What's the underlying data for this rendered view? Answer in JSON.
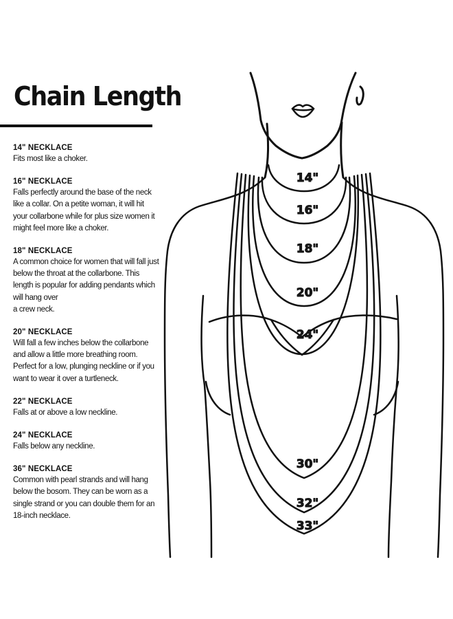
{
  "title": "Chain Length",
  "entries": [
    {
      "heading": "14\" NECKLACE",
      "text": "Fits most like a choker."
    },
    {
      "heading": "16\" NECKLACE",
      "text": "Falls perfectly around the base of the neck\nlike a collar. On a petite woman, it will hit\nyour collarbone while for plus size women it\nmight feel more like a choker."
    },
    {
      "heading": "18\" NECKLACE",
      "text": "A common choice for women that will fall just\nbelow the throat at the collarbone. This\nlength is popular for adding pendants which\nwill hang over\na crew neck."
    },
    {
      "heading": "20\" NECKLACE",
      "text": "Will fall a few inches below the collarbone\nand allow a little more breathing room.\nPerfect for a low, plunging neckline or if you\nwant to wear it over a turtleneck."
    },
    {
      "heading": "22\" NECKLACE",
      "text": "Falls at or above a low neckline."
    },
    {
      "heading": "24\" NECKLACE",
      "text": "Falls below any neckline."
    },
    {
      "heading": "36\" NECKLACE",
      "text": "Common with pearl strands and will hang\nbelow the bosom. They can be worn as a\nsingle strand or you can double them for an\n18-inch necklace."
    }
  ],
  "lengths": [
    {
      "label": "14\""
    },
    {
      "label": "16\""
    },
    {
      "label": "18\""
    },
    {
      "label": "20\""
    },
    {
      "label": "24\""
    },
    {
      "label": "30\""
    },
    {
      "label": "32\""
    },
    {
      "label": "33\""
    }
  ]
}
